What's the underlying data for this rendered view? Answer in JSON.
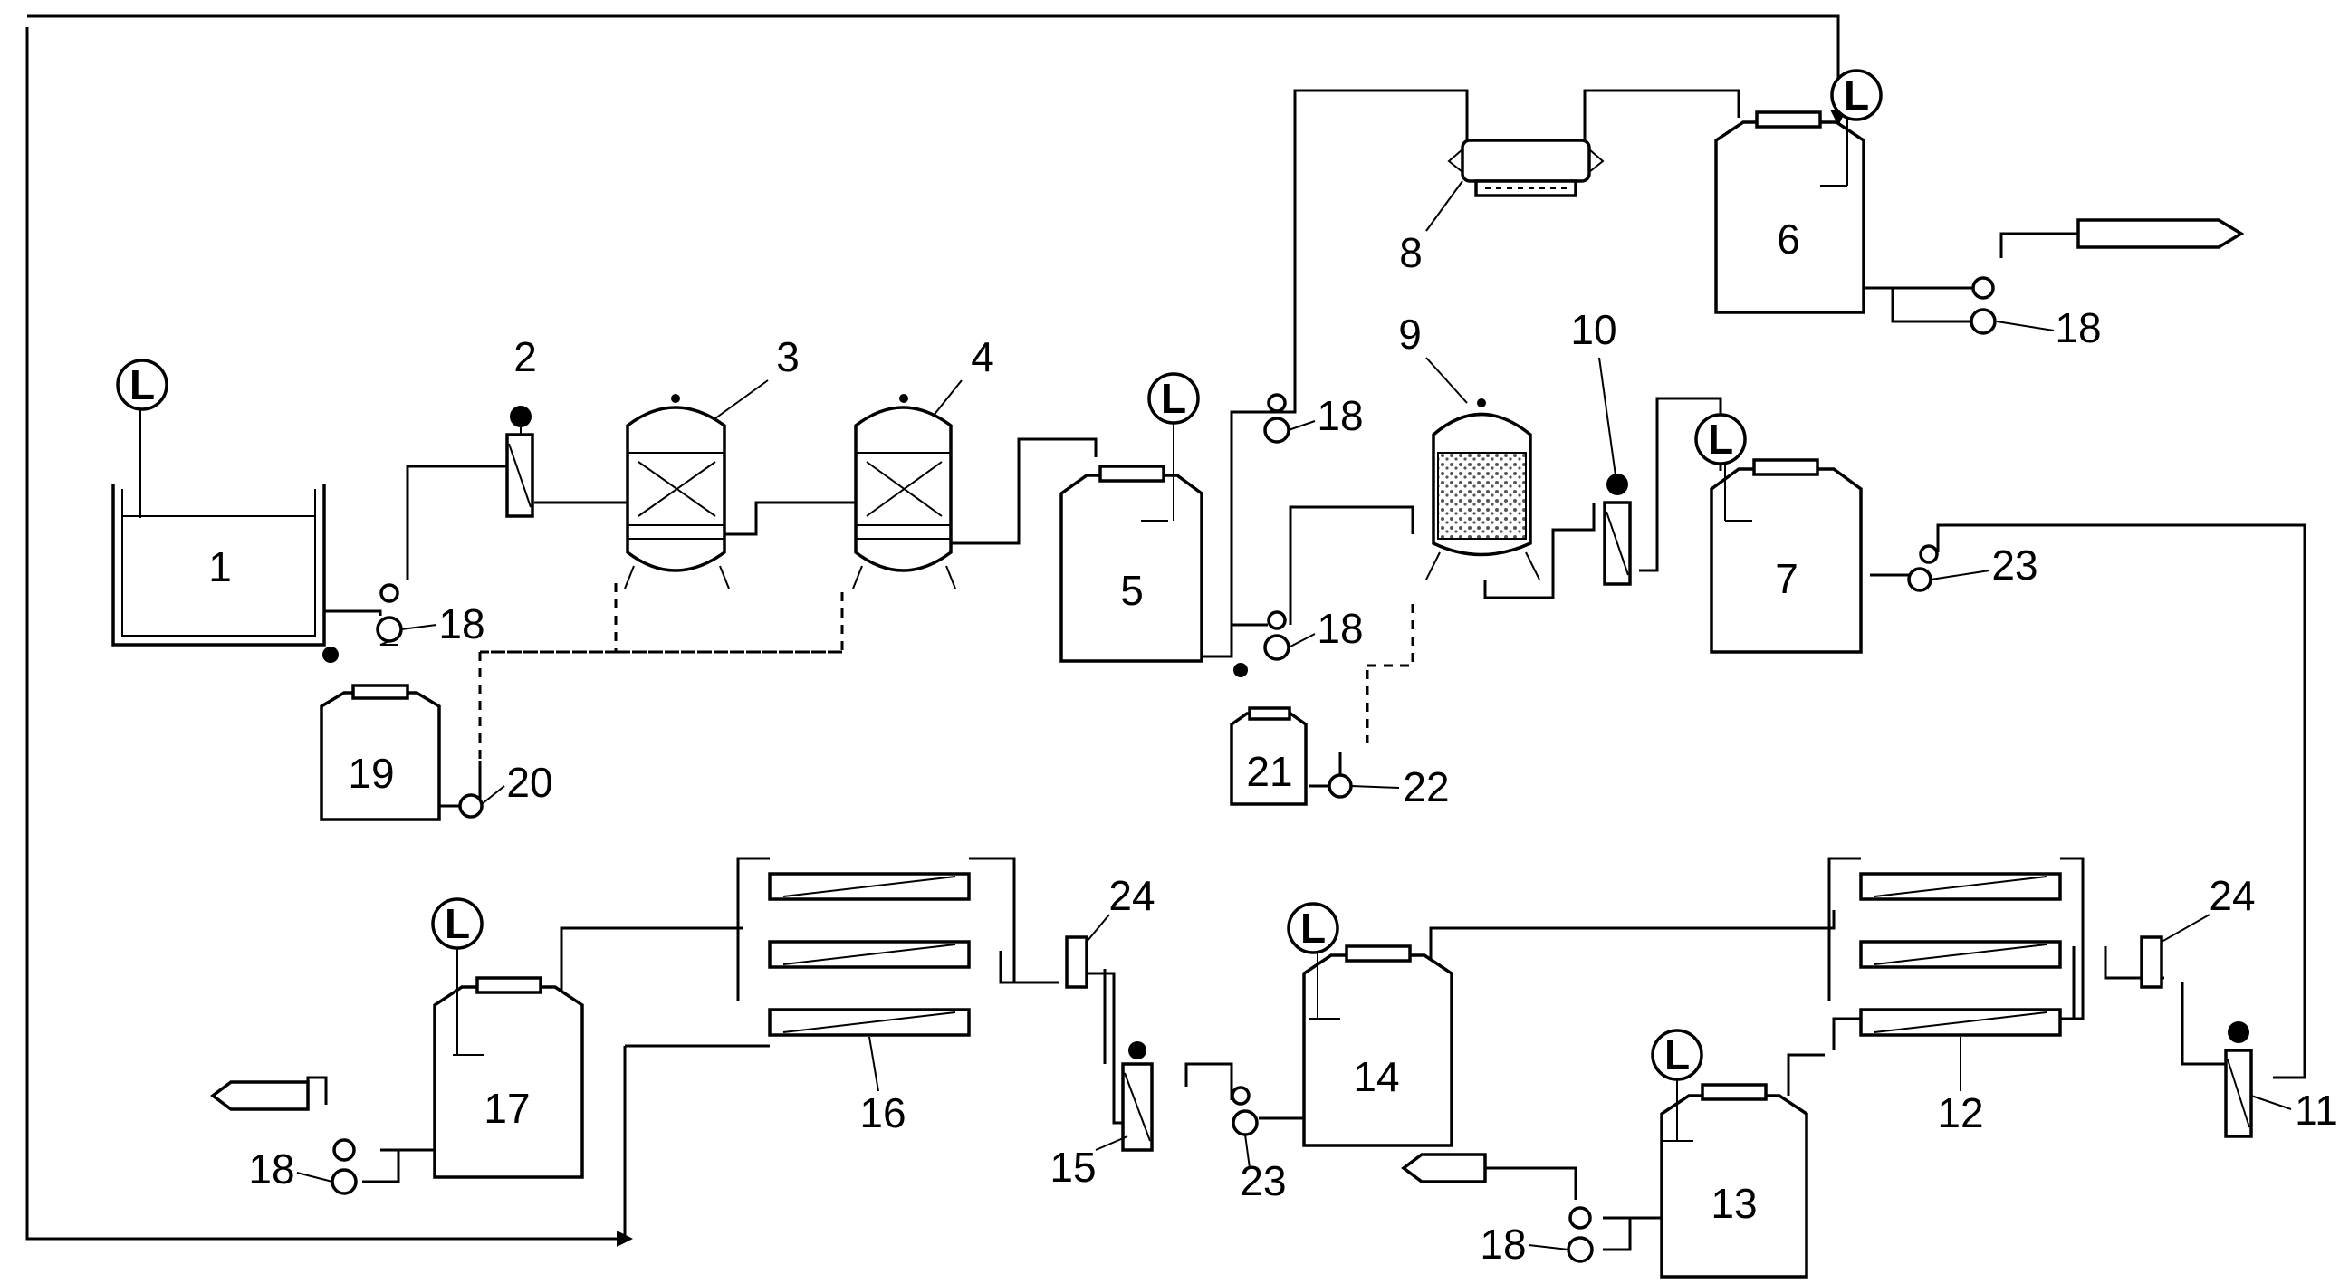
{
  "diagram": {
    "level_label": "L",
    "labels": [
      "1",
      "2",
      "3",
      "4",
      "5",
      "6",
      "7",
      "8",
      "9",
      "10",
      "11",
      "12",
      "13",
      "14",
      "15",
      "16",
      "17",
      "18",
      "19",
      "20",
      "21",
      "22",
      "23",
      "24"
    ],
    "outlet_tags": [
      "",
      "",
      ""
    ],
    "colors": {
      "line": "#000000",
      "background": "#ffffff",
      "media_fill": "#555555"
    }
  }
}
